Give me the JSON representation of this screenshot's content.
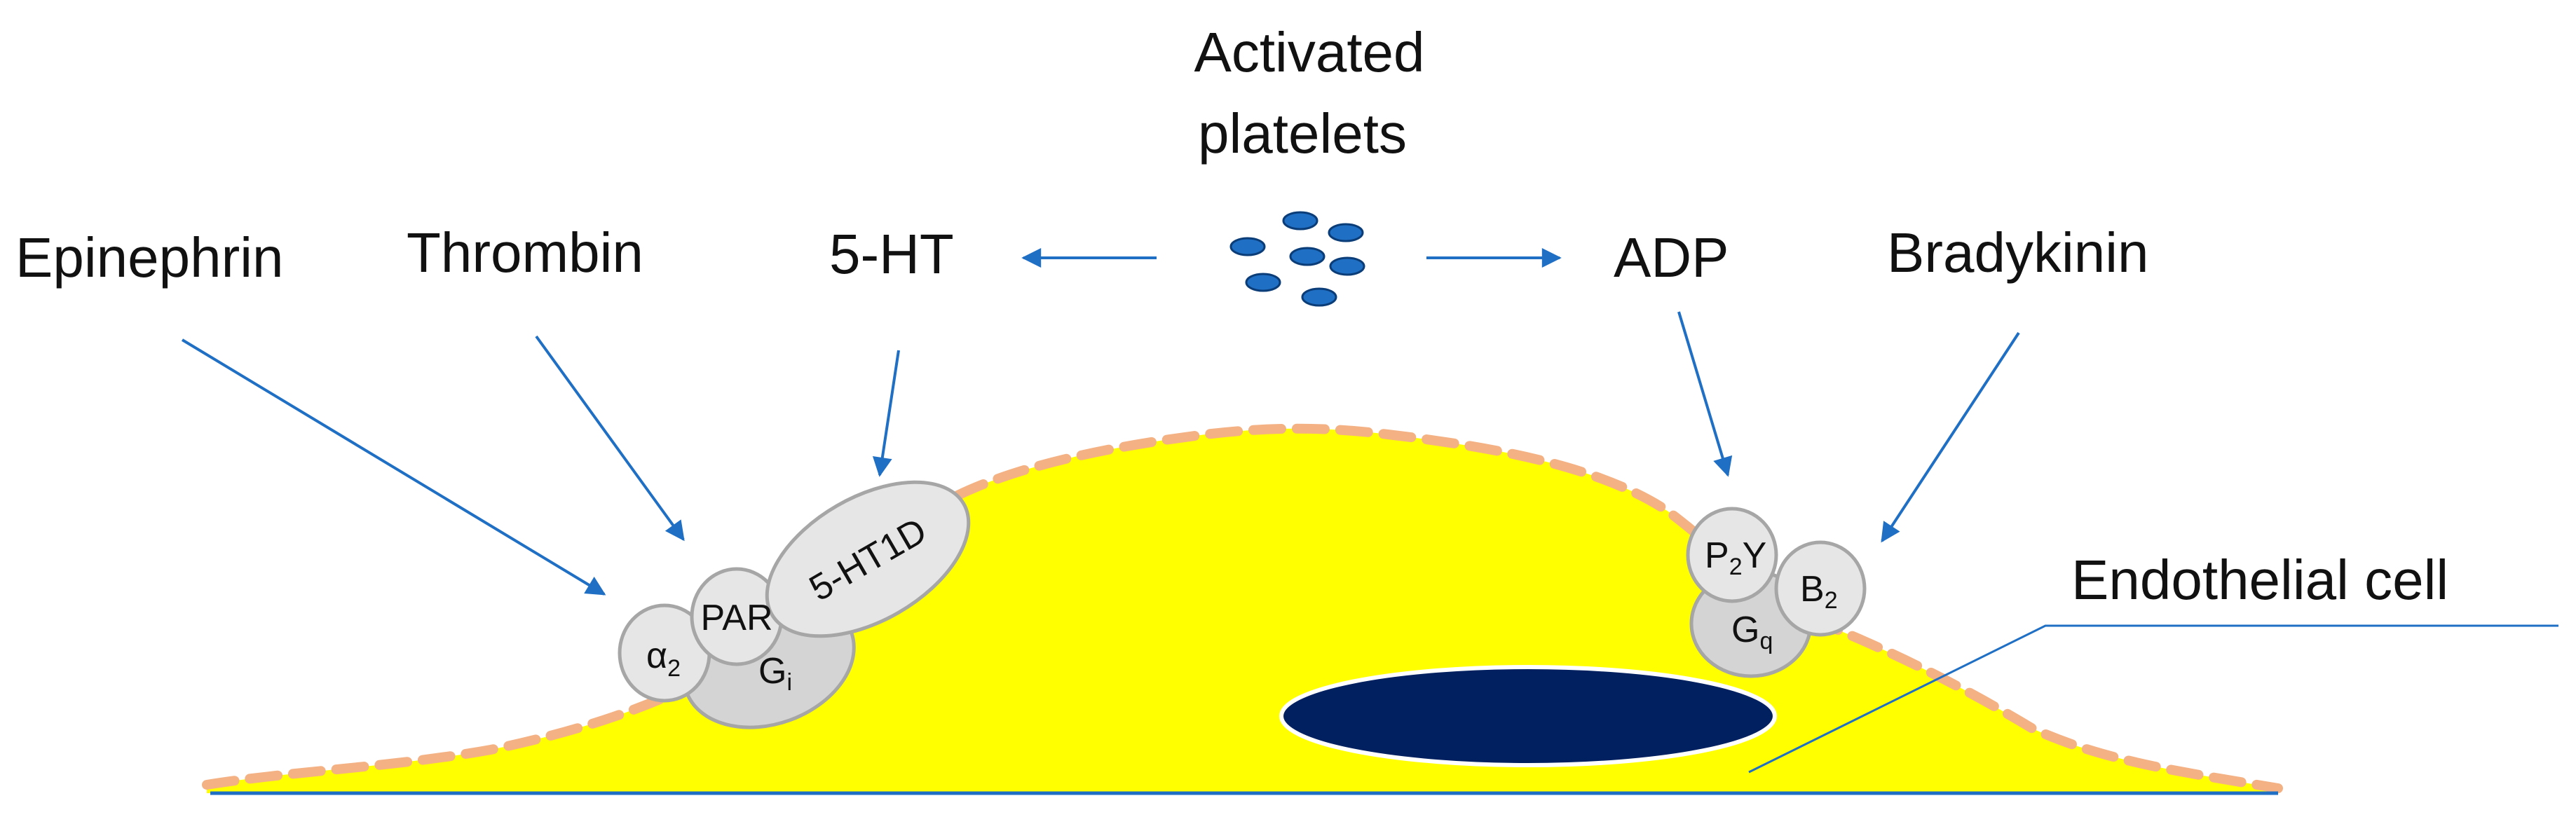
{
  "labels": {
    "activated_line1": "Activated",
    "activated_line2": "platelets",
    "epinephrin": "Epinephrin",
    "thrombin": "Thrombin",
    "serotonin": "5-HT",
    "adp": "ADP",
    "bradykinin": "Bradykinin",
    "endothelial_cell": "Endothelial cell"
  },
  "receptors": {
    "alpha_main": "α",
    "alpha_sub": "2",
    "par": "PAR",
    "ht1d": "5-HT1D",
    "gi_main": "G",
    "gi_sub": "i",
    "p2y_main": "P",
    "p2y_sub": "2",
    "p2y_tail": "Y",
    "b2_main": "B",
    "b2_sub": "2",
    "gq_main": "G",
    "gq_sub": "q"
  },
  "colors": {
    "cell_fill": "#ffff00",
    "membrane": "#f4b183",
    "nucleus": "#002060",
    "arrow": "#1f6fc5",
    "platelet": "#1f6fc5",
    "receptor_fill": "#e6e6e6",
    "g_protein_fill": "#d4d4d4"
  }
}
